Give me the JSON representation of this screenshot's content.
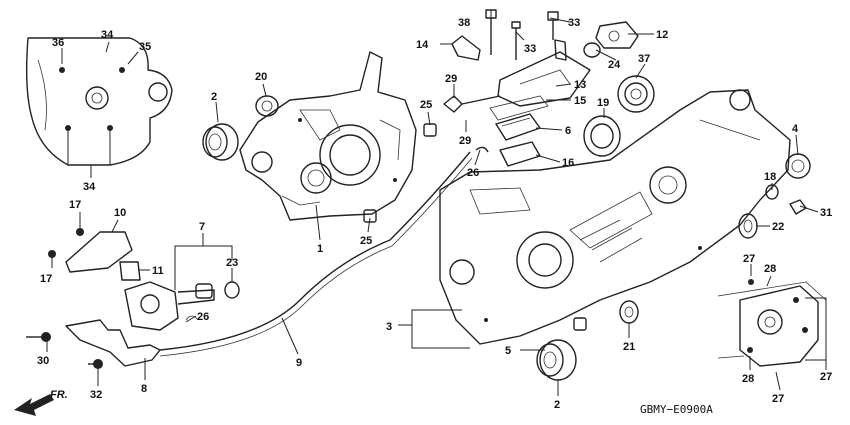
{
  "diagram": {
    "code": "GBMY−E0900A",
    "front_label": "FR.",
    "callouts": [
      {
        "id": "c36",
        "text": "36"
      },
      {
        "id": "c34a",
        "text": "34"
      },
      {
        "id": "c35",
        "text": "35"
      },
      {
        "id": "c34b",
        "text": "34"
      },
      {
        "id": "c2a",
        "text": "2"
      },
      {
        "id": "c20",
        "text": "20"
      },
      {
        "id": "c17a",
        "text": "17"
      },
      {
        "id": "c10",
        "text": "10"
      },
      {
        "id": "c17b",
        "text": "17"
      },
      {
        "id": "c11",
        "text": "11"
      },
      {
        "id": "c7",
        "text": "7"
      },
      {
        "id": "c23",
        "text": "23"
      },
      {
        "id": "c26a",
        "text": "26"
      },
      {
        "id": "c30",
        "text": "30"
      },
      {
        "id": "c32",
        "text": "32"
      },
      {
        "id": "c8",
        "text": "8"
      },
      {
        "id": "c9",
        "text": "9"
      },
      {
        "id": "c1",
        "text": "1"
      },
      {
        "id": "c25a",
        "text": "25"
      },
      {
        "id": "c25b",
        "text": "25"
      },
      {
        "id": "c38",
        "text": "38"
      },
      {
        "id": "c33a",
        "text": "33"
      },
      {
        "id": "c14",
        "text": "14"
      },
      {
        "id": "c33b",
        "text": "33"
      },
      {
        "id": "c12",
        "text": "12"
      },
      {
        "id": "c24",
        "text": "24"
      },
      {
        "id": "c37",
        "text": "37"
      },
      {
        "id": "c29a",
        "text": "29"
      },
      {
        "id": "c29b",
        "text": "29"
      },
      {
        "id": "c13",
        "text": "13"
      },
      {
        "id": "c15",
        "text": "15"
      },
      {
        "id": "c19",
        "text": "19"
      },
      {
        "id": "c6",
        "text": "6"
      },
      {
        "id": "c26b",
        "text": "26"
      },
      {
        "id": "c16",
        "text": "16"
      },
      {
        "id": "c4",
        "text": "4"
      },
      {
        "id": "c18",
        "text": "18"
      },
      {
        "id": "c31",
        "text": "31"
      },
      {
        "id": "c22",
        "text": "22"
      },
      {
        "id": "c3",
        "text": "3"
      },
      {
        "id": "c5",
        "text": "5"
      },
      {
        "id": "c21",
        "text": "21"
      },
      {
        "id": "c2b",
        "text": "2"
      },
      {
        "id": "c27a",
        "text": "27"
      },
      {
        "id": "c28a",
        "text": "28"
      },
      {
        "id": "c28b",
        "text": "28"
      },
      {
        "id": "c27b",
        "text": "27"
      },
      {
        "id": "c27c",
        "text": "27"
      }
    ]
  }
}
